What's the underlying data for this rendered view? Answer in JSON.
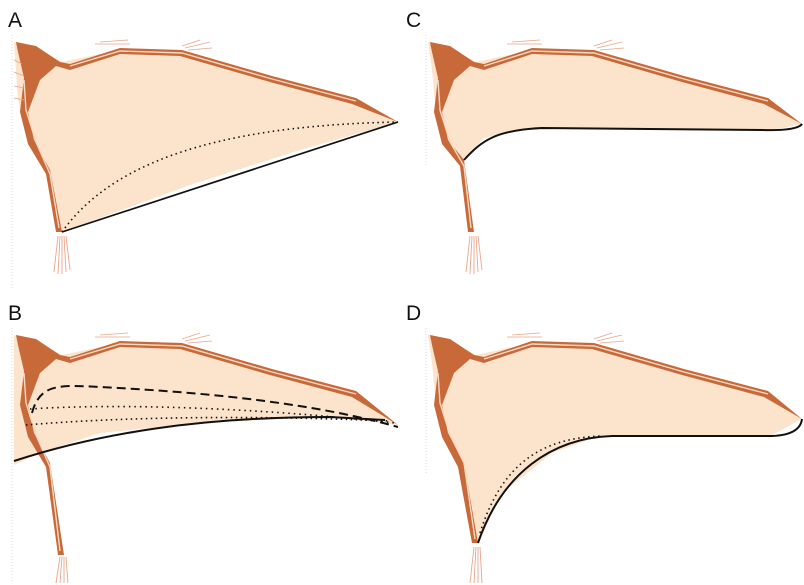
{
  "figure": {
    "panels": [
      {
        "id": "A",
        "label": "A"
      },
      {
        "id": "B",
        "label": "B"
      },
      {
        "id": "C",
        "label": "C"
      },
      {
        "id": "D",
        "label": "D"
      }
    ],
    "colors": {
      "membrane": "#fbe3cc",
      "bone": "#c8693a",
      "bone_highlight": "#f6d8c0",
      "outline": "#111111"
    }
  }
}
